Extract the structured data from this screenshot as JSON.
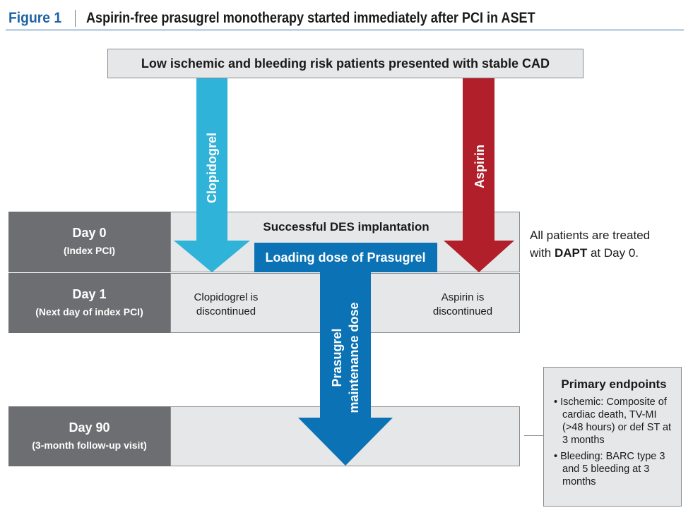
{
  "header": {
    "figure_label": "Figure 1",
    "title": "Aspirin-free prasugrel monotherapy started immediately after PCI in ASET"
  },
  "top_box": {
    "text": "Low ischemic and bleeding risk patients presented with stable CAD"
  },
  "arrows": {
    "clopidogrel": {
      "label": "Clopidogrel",
      "color": "#2fb3d9"
    },
    "aspirin": {
      "label": "Aspirin",
      "color": "#b01f2a"
    },
    "prasugrel_maintenance": {
      "label_line1": "Prasugrel",
      "label_line2": "maintenance dose",
      "color": "#0a72b5"
    }
  },
  "rows": {
    "day0": {
      "label": "Day 0",
      "sublabel": "(Index PCI)",
      "center_text": "Successful DES implantation",
      "loading_dose": "Loading dose of Prasugrel"
    },
    "day1": {
      "label": "Day 1",
      "sublabel": "(Next day of index PCI)",
      "clopidogrel_text": [
        "Clopidogrel is",
        "discontinued"
      ],
      "aspirin_text": [
        "Aspirin is",
        "discontinued"
      ]
    },
    "day90": {
      "label": "Day 90",
      "sublabel": "(3-month follow-up visit)"
    }
  },
  "side_note": {
    "line1": "All patients are treated",
    "line2_prefix": "with ",
    "line2_bold": "DAPT",
    "line2_suffix": " at Day 0."
  },
  "endpoints": {
    "title": "Primary endpoints",
    "items": [
      "• Ischemic: Composite of cardiac death, TV-MI (>48 hours) or def ST at 3 months",
      "• Bleeding: BARC type 3 and 5 bleeding at 3 months"
    ]
  },
  "colors": {
    "accent_blue": "#1e63a6",
    "grey_cell": "#6d6e71",
    "light_grey": "#e6e7e8",
    "loading_box": "#0a72b5"
  }
}
